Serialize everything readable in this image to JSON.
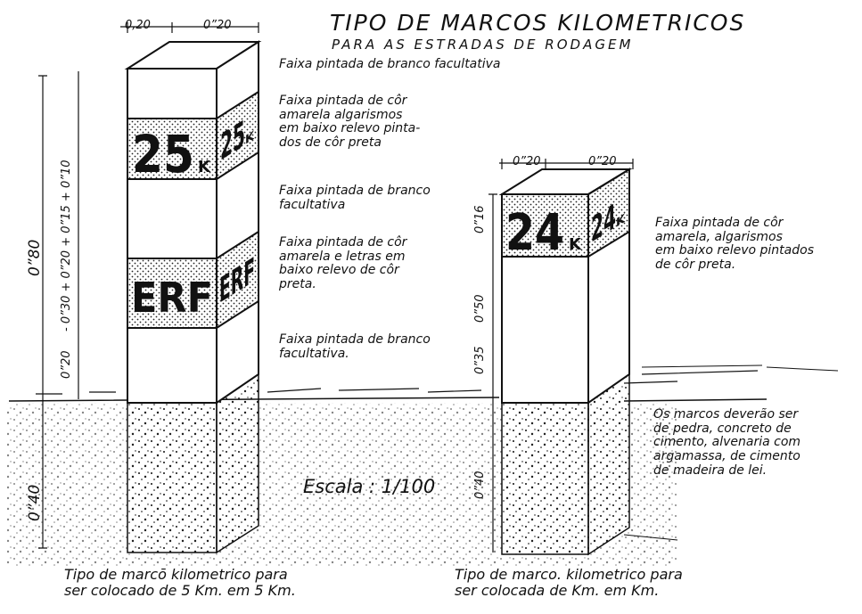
{
  "title": "TIPO DE MARCOS KILOMETRICOS",
  "subtitle": "PARA AS ESTRADAS DE RODAGEM",
  "scale": "Escala : 1/100",
  "marker_5km": {
    "top_width_left": "0,20",
    "top_width_right": "0”20",
    "km_front": "25",
    "km_front_unit": "K",
    "km_side": "25",
    "km_side_unit": "K",
    "letters_front": "ERF",
    "letters_side": "ERF",
    "dims_outer_top": "0”80",
    "dims_outer_bottom": "0”40",
    "dims_inner": "- 0”30 + 0”20 + 0”15 + 0”10",
    "dims_inner_low": "0”20",
    "notes": [
      "Faixa pintada de branco facultativa",
      "Faixa pintada de côr\namarela algarismos\nem baixo relevo pinta-\ndos de côr preta",
      "Faixa pintada de branco\nfacultativa",
      "Faixa pintada de côr\namarela e letras em\nbaixo relevo de côr\npreta.",
      "Faixa pintada de branco\nfacultativa."
    ],
    "caption": "Tipo de marcō kilometrico para\nser colocado de 5 Km. em 5 Km."
  },
  "marker_1km": {
    "top_width_left": "0”20",
    "top_width_right": "0”20",
    "km_front": "24",
    "km_front_unit": "K",
    "km_side": "24",
    "km_side_unit": "K",
    "dim_band": "0”16",
    "dim_total": "0”50",
    "dim_low": "0”35",
    "dim_under": "0”40",
    "note": "Faixa pintada de côr\namarela, algarismos\nem baixo relevo pintados\nde côr preta.",
    "caption": "Tipo de marco. kilometrico para\nser colocada de Km. em Km."
  },
  "materials_note": "Os marcos deverão ser\nde pedra, concreto de\ncimento, alvenaria com\nargamassa, de cimento\nde madeira de lei.",
  "colors": {
    "ink": "#111111",
    "paper": "#ffffff",
    "stipple": "#222222"
  }
}
